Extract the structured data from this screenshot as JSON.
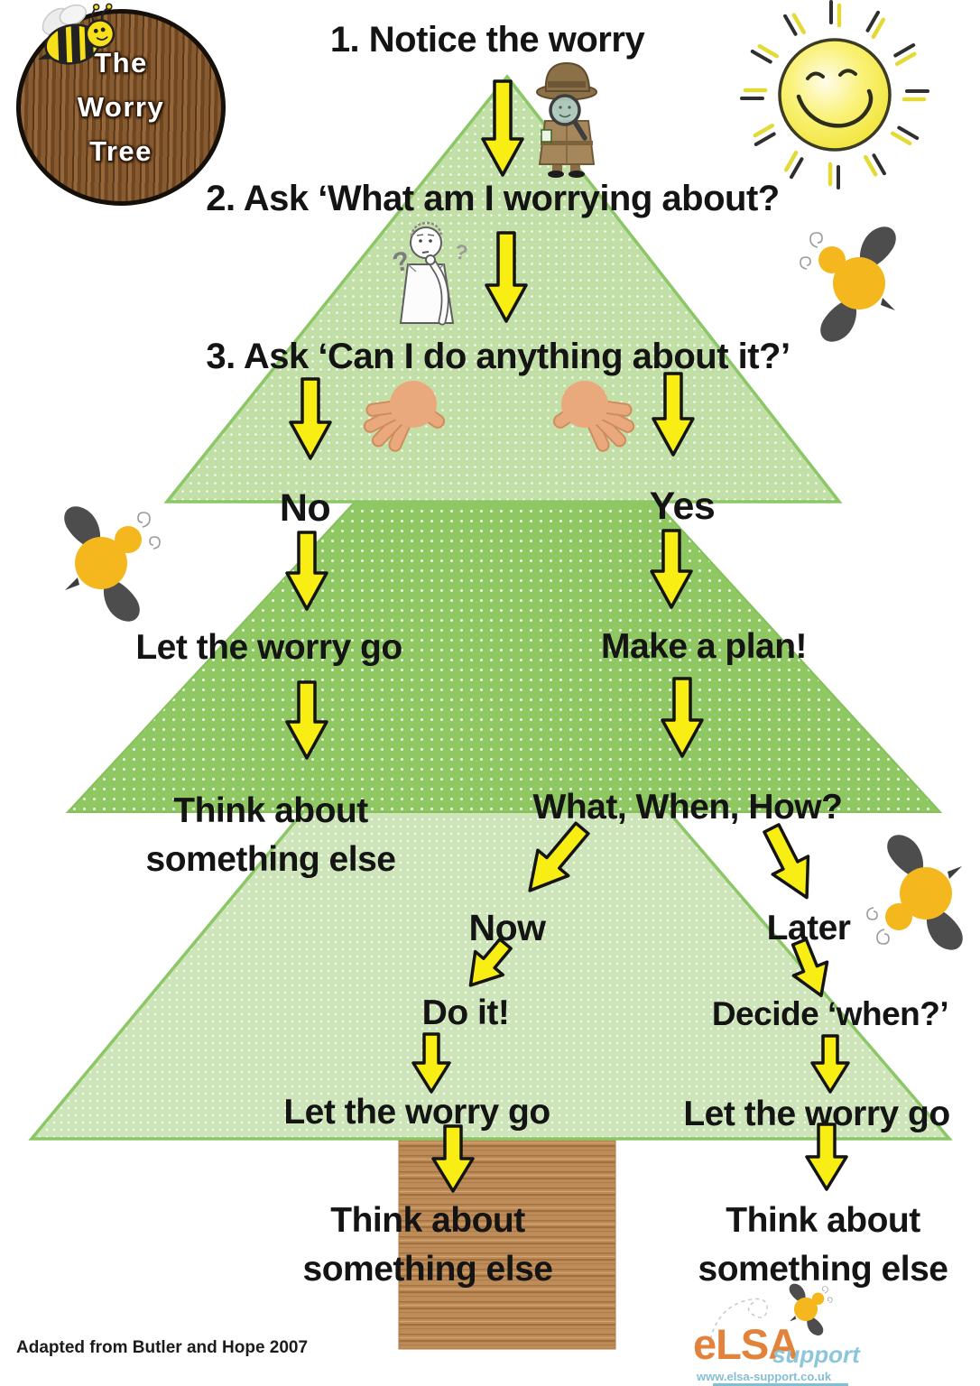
{
  "poster": {
    "badge": {
      "line1": "The",
      "line2": "Worry",
      "line3": "Tree"
    },
    "flow": {
      "steps": [
        "1. Notice the worry",
        "2. Ask ‘What am I worrying about?",
        "3. Ask ‘Can I do anything about it?’"
      ],
      "branch_no": "No",
      "branch_yes": "Yes",
      "no_path": {
        "let_go": "Let the worry go",
        "think_line1": "Think about",
        "think_line2": "something else"
      },
      "yes_path": {
        "make_plan": "Make a plan!",
        "what_when_how": "What, When, How?",
        "now": "Now",
        "later": "Later",
        "do_it": "Do it!",
        "decide_when": "Decide ‘when?’",
        "now_let_go": "Let the worry go",
        "later_let_go": "Let the worry go",
        "now_think_line1": "Think about",
        "now_think_line2": "something else",
        "later_think_line1": "Think about",
        "later_think_line2": "something else"
      }
    },
    "credit": "Adapted from Butler and Hope 2007",
    "logo": {
      "brand": "eLSA",
      "suffix": "support",
      "url": "www.elsa-support.co.uk"
    },
    "colors": {
      "arrow_yellow": "#f9ee14",
      "tree_light_green": "#c2dfa8",
      "tree_mid_green": "#8fc763",
      "tree_pale_green": "#cde5b9",
      "trunk_brown": "#be8c58",
      "badge_wood": "#7d5128",
      "logo_orange": "#e2823b",
      "logo_teal": "#8cc6da",
      "bee_yellow": "#f4b81e",
      "bee_wing_gray": "#4d4d4d",
      "sun_yellow": "#f6ef54"
    },
    "icons": [
      "worry-tree-badge",
      "cartoon-bee-icon",
      "sun-icon",
      "detective-kid-icon",
      "thinking-boy-icon",
      "open-hands-icon",
      "down-arrow-icon",
      "abstract-bee-icon",
      "elsa-logo-bee-icon"
    ]
  }
}
